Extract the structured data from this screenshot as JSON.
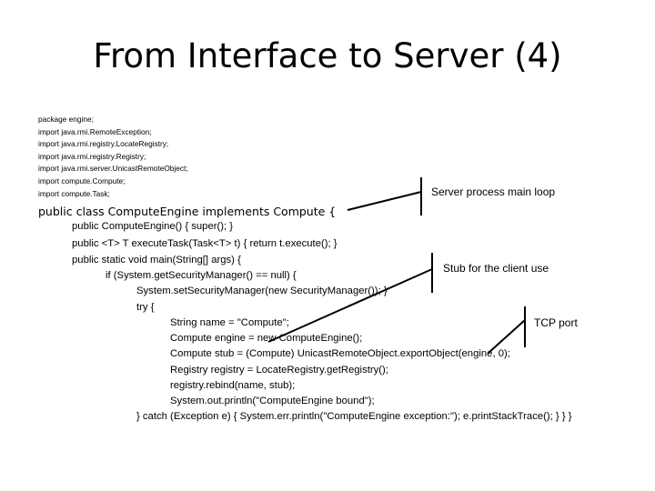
{
  "slide": {
    "title": "From Interface to Server (4)",
    "imports": [
      "package engine;",
      "import java.rmi.RemoteException;",
      "import java.rmi.registry.LocateRegistry;",
      "import java.rmi.registry.Registry;",
      "import java.rmi.server.UnicastRemoteObject;",
      "import compute.Compute;",
      "import compute.Task;"
    ],
    "class_decl": "public class ComputeEngine implements Compute {",
    "code_lines": [
      "public ComputeEngine() { super(); }",
      "public <T> T executeTask(Task<T> t) { return t.execute(); }",
      "public static void main(String[] args) {",
      "if (System.getSecurityManager() == null) {",
      "System.setSecurityManager(new SecurityManager()); }",
      "try {",
      "String name = \"Compute\";",
      "Compute engine = new ComputeEngine();",
      "Compute stub = (Compute) UnicastRemoteObject.exportObject(engine, 0);",
      "Registry registry = LocateRegistry.getRegistry();",
      "registry.rebind(name, stub);",
      "System.out.println(\"ComputeEngine bound\");",
      "} catch (Exception e) { System.err.println(\"ComputeEngine exception:\"); e.printStackTrace(); } } }"
    ],
    "callouts": {
      "server_loop": "Server process main loop",
      "stub_client": "Stub for the client use",
      "tcp_port": "TCP port"
    }
  }
}
